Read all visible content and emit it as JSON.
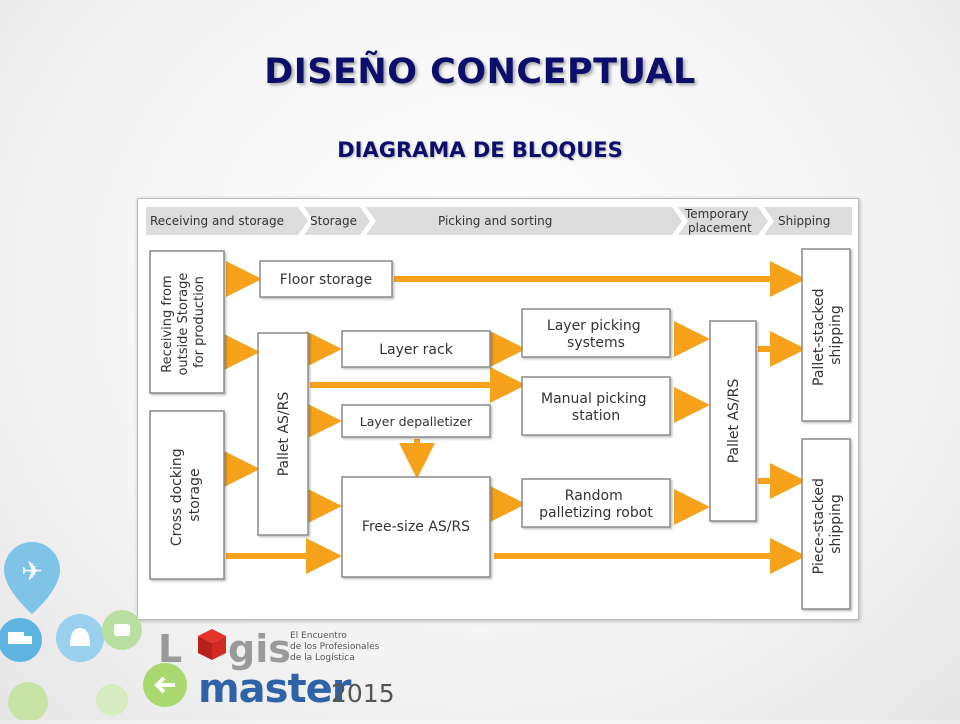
{
  "slide": {
    "title": "DISEÑO CONCEPTUAL",
    "subtitle": "DIAGRAMA DE BLOQUES"
  },
  "diagram": {
    "phases": {
      "receiving": "Receiving and storage",
      "storage": "Storage",
      "picking": "Picking and sorting",
      "temporary_line1": "Temporary",
      "temporary_line2": "placement",
      "shipping": "Shipping"
    },
    "blocks": {
      "receiving_line1": "Receiving from",
      "receiving_line2": "outside Storage",
      "receiving_line3": "for production",
      "cross_line1": "Cross docking",
      "cross_line2": "storage",
      "floor_storage": "Floor storage",
      "pallet_asrs_left": "Pallet AS/RS",
      "layer_rack": "Layer rack",
      "layer_depalletizer": "Layer depalletizer",
      "free_size": "Free-size AS/RS",
      "layer_picking_line1": "Layer picking",
      "layer_picking_line2": "systems",
      "manual_line1": "Manual picking",
      "manual_line2": "station",
      "random_line1": "Random",
      "random_line2": "palletizing robot",
      "pallet_asrs_right": "Pallet AS/RS",
      "pallet_stacked_line1": "Pallet-stacked",
      "pallet_stacked_line2": "shipping",
      "piece_stacked_line1": "Piece-stacked",
      "piece_stacked_line2": "shipping"
    },
    "colors": {
      "arrow": "#f7a21b",
      "block_border": "#8a8a8a",
      "text": "#333333",
      "phase_bar": "#dcdcdc"
    }
  },
  "branding": {
    "logo_left": "L",
    "logo_right": "gis",
    "tagline_line1": "El Encuentro",
    "tagline_line2": "de los Profesionales",
    "tagline_line3": "de la Logística",
    "master": "master",
    "year": "2015",
    "icons": [
      "airplane-icon",
      "truck-icon",
      "bell-icon",
      "hand-icon",
      "back-arrow-icon"
    ]
  }
}
